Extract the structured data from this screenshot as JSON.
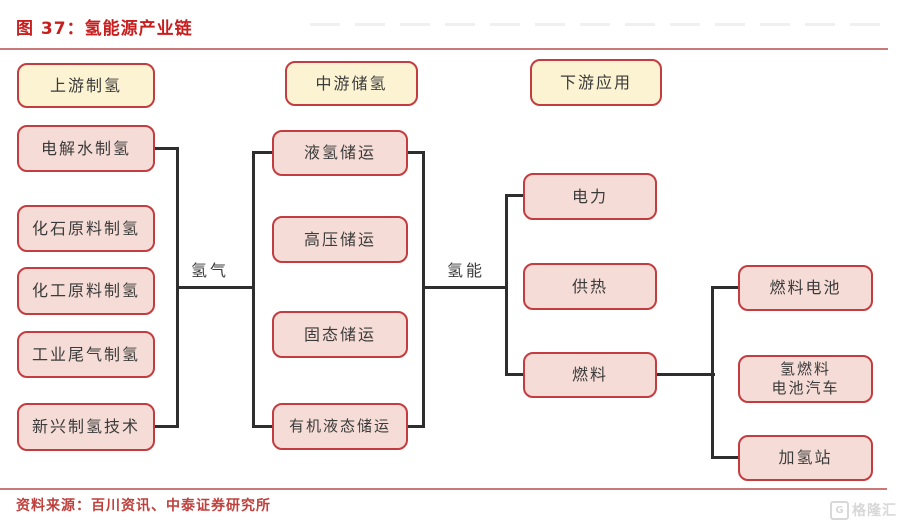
{
  "figure": {
    "title": "图 37：氢能源产业链",
    "source": "资料来源：百川资讯、中泰证券研究所"
  },
  "headers": {
    "upstream": "上游制氢",
    "midstream": "中游储氢",
    "downstream": "下游应用"
  },
  "upstream": {
    "items": [
      {
        "label": "电解水制氢"
      },
      {
        "label": "化石原料制氢"
      },
      {
        "label": "化工原料制氢"
      },
      {
        "label": "工业尾气制氢"
      },
      {
        "label": "新兴制氢技术"
      }
    ]
  },
  "storage": {
    "items": [
      {
        "label": "液氢储运"
      },
      {
        "label": "高压储运"
      },
      {
        "label": "固态储运"
      },
      {
        "label": "有机液态储运"
      }
    ]
  },
  "applications": {
    "items": [
      {
        "label": "电力"
      },
      {
        "label": "供热"
      },
      {
        "label": "燃料"
      }
    ]
  },
  "fuel_chain": {
    "items": [
      {
        "label": "燃料电池"
      },
      {
        "label": "氢燃料",
        "label2": "电池汽车"
      },
      {
        "label": "加氢站"
      }
    ]
  },
  "edge_labels": {
    "left": "氢气",
    "right": "氢能"
  },
  "watermark": {
    "icon": "G",
    "text": "格隆汇"
  },
  "colors": {
    "box_fill_pink": "#f6dcd6",
    "box_fill_yellow": "#fcf3d2",
    "box_border": "#c23c40",
    "connector_line": "#2e2e2e",
    "title_red": "#c81e1e",
    "rule_red": "#c97a78",
    "source_red": "#bf403c"
  }
}
